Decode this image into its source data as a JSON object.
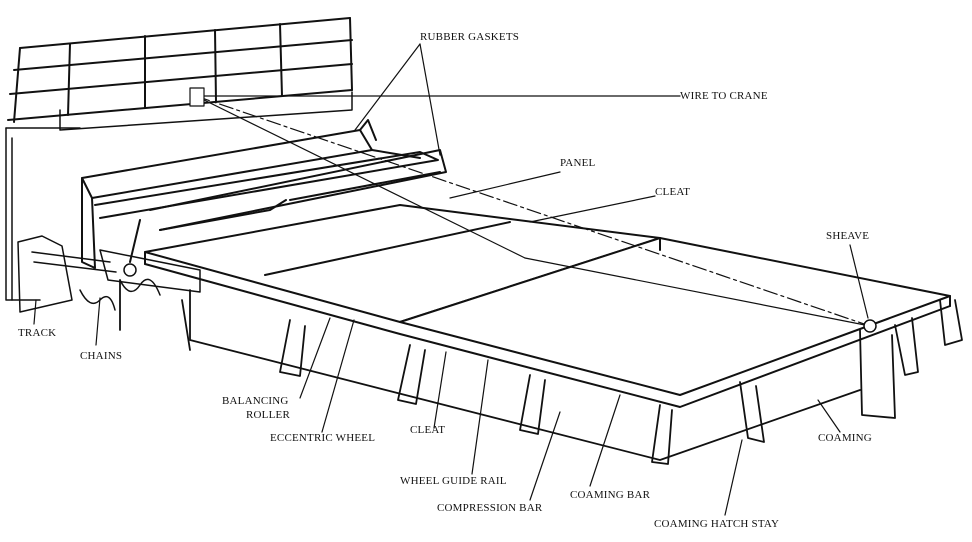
{
  "diagram": {
    "labels": {
      "rubber_gaskets": "RUBBER GASKETS",
      "wire_to_crane": "WIRE TO CRANE",
      "panel": "PANEL",
      "cleat_top": "CLEAT",
      "sheave": "SHEAVE",
      "track": "TRACK",
      "chains": "CHAINS",
      "balancing_roller_line1": "BALANCING",
      "balancing_roller_line2": "ROLLER",
      "eccentric_wheel": "ECCENTRIC WHEEL",
      "cleat_bottom": "CLEAT",
      "wheel_guide_rail": "WHEEL GUIDE RAIL",
      "compression_bar": "COMPRESSION BAR",
      "coaming_bar": "COAMING BAR",
      "coaming_hatch_stay": "COAMING HATCH STAY",
      "coaming": "COAMING"
    },
    "colors": {
      "ink": "#111111",
      "paper": "#ffffff"
    }
  }
}
